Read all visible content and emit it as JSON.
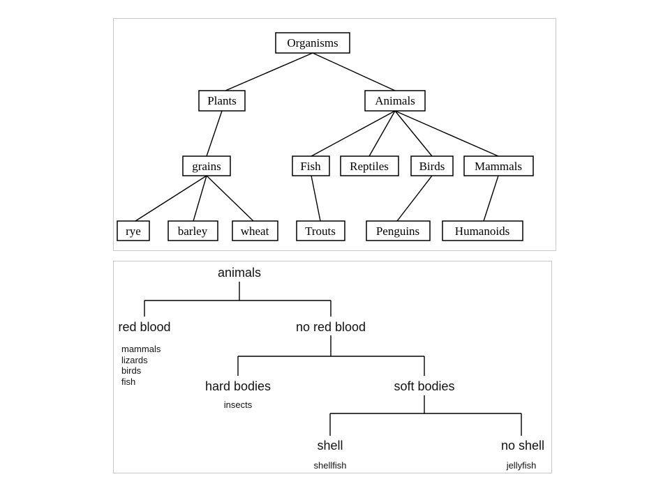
{
  "classification_tree": {
    "root": "Organisms",
    "plants": "Plants",
    "animals": "Animals",
    "grains": "grains",
    "fish": "Fish",
    "reptiles": "Reptiles",
    "birds": "Birds",
    "mammals": "Mammals",
    "rye": "rye",
    "barley": "barley",
    "wheat": "wheat",
    "trouts": "Trouts",
    "penguins": "Penguins",
    "humanoids": "Humanoids"
  },
  "animal_tree": {
    "root": "animals",
    "red_blood": "red blood",
    "red_blood_examples": [
      "mammals",
      "lizards",
      "birds",
      "fish"
    ],
    "no_red_blood": "no red blood",
    "hard_bodies": "hard bodies",
    "hard_bodies_example": "insects",
    "soft_bodies": "soft bodies",
    "shell": "shell",
    "shell_example": "shellfish",
    "no_shell": "no shell",
    "no_shell_example": "jellyfish"
  }
}
